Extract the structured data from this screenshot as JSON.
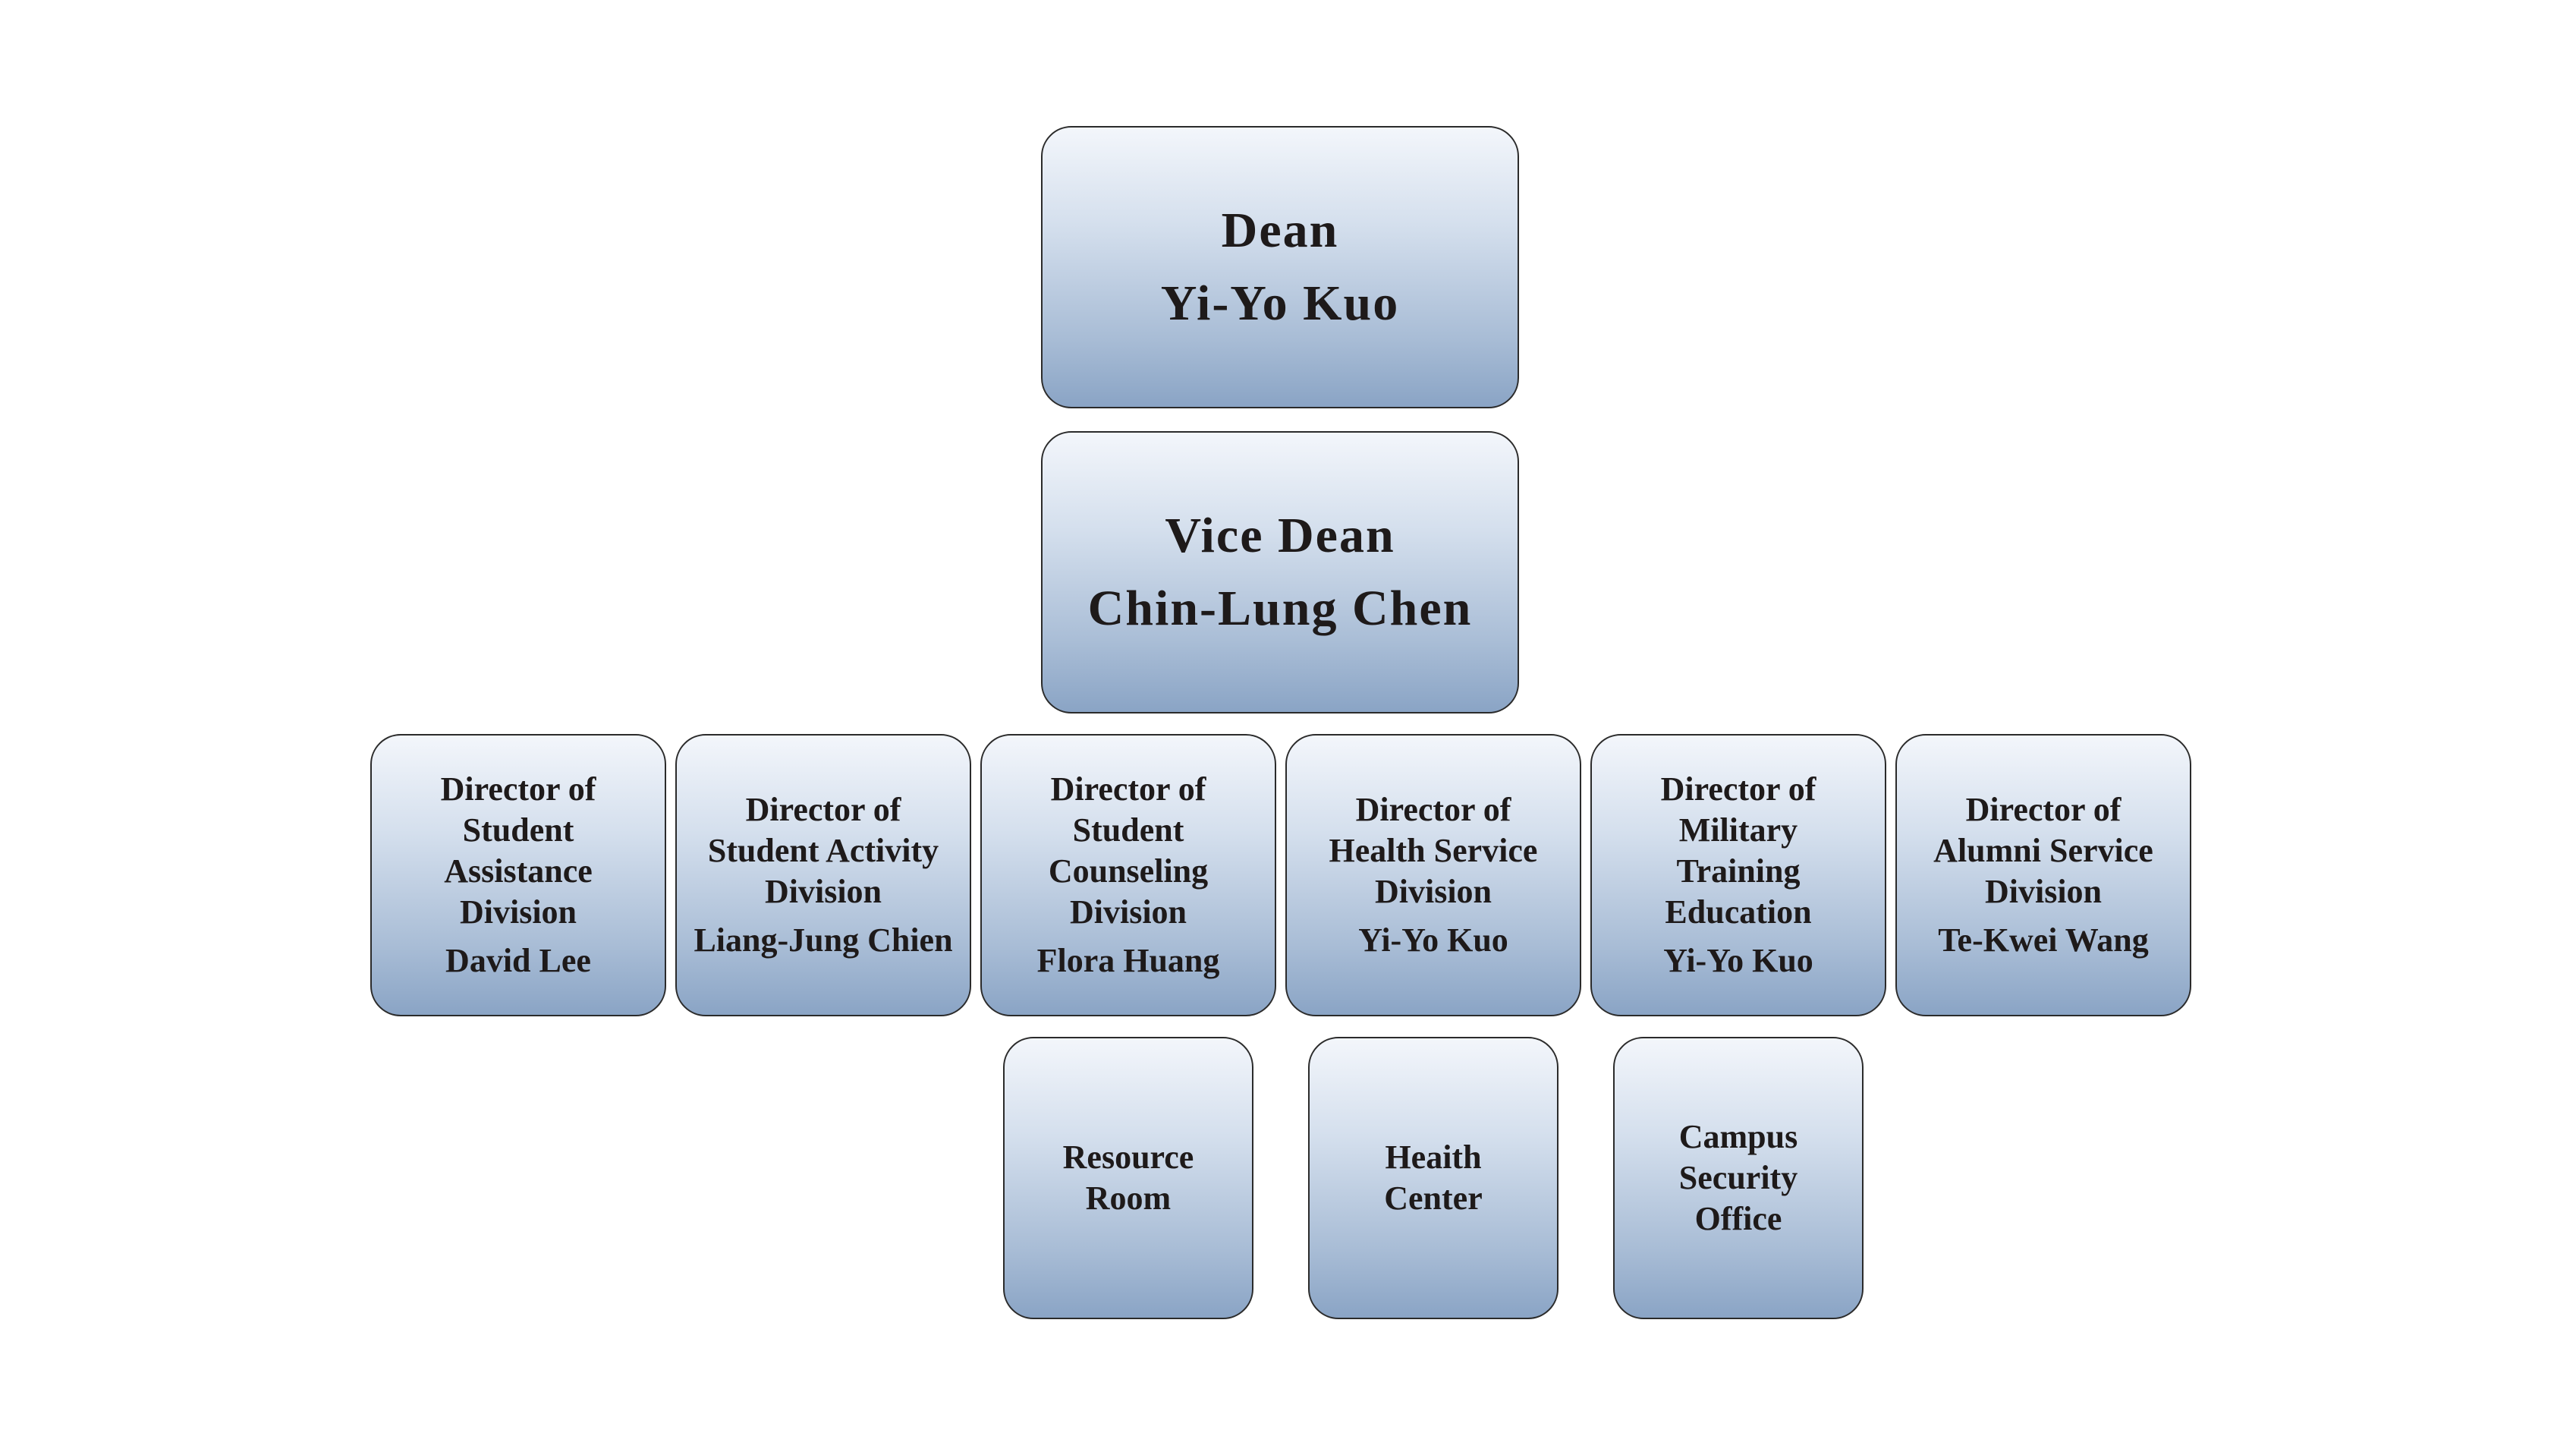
{
  "dean": {
    "title": "Dean",
    "name": "Yi-Yo Kuo"
  },
  "vice_dean": {
    "title": "Vice Dean",
    "name": "Chin-Lung Chen"
  },
  "directors": [
    {
      "title_lines": [
        "Director of",
        "Student",
        "Assistance",
        "Division"
      ],
      "name": "David Lee"
    },
    {
      "title_lines": [
        "Director of",
        "Student Activity",
        "Division"
      ],
      "name": "Liang-Jung Chien"
    },
    {
      "title_lines": [
        "Director of",
        "Student",
        "Counseling",
        "Division"
      ],
      "name": "Flora Huang"
    },
    {
      "title_lines": [
        "Director of",
        "Health Service",
        "Division"
      ],
      "name": "Yi-Yo Kuo"
    },
    {
      "title_lines": [
        "Director of",
        "Military",
        "Training",
        "Education"
      ],
      "name": "Yi-Yo Kuo"
    },
    {
      "title_lines": [
        "Director of",
        "Alumni Service",
        "Division"
      ],
      "name": "Te-Kwei Wang"
    }
  ],
  "units": [
    {
      "lines": [
        "Resource",
        "Room"
      ]
    },
    {
      "lines": [
        "Heaith",
        "Center"
      ]
    },
    {
      "lines": [
        "Campus",
        "Security",
        "Office"
      ]
    }
  ]
}
